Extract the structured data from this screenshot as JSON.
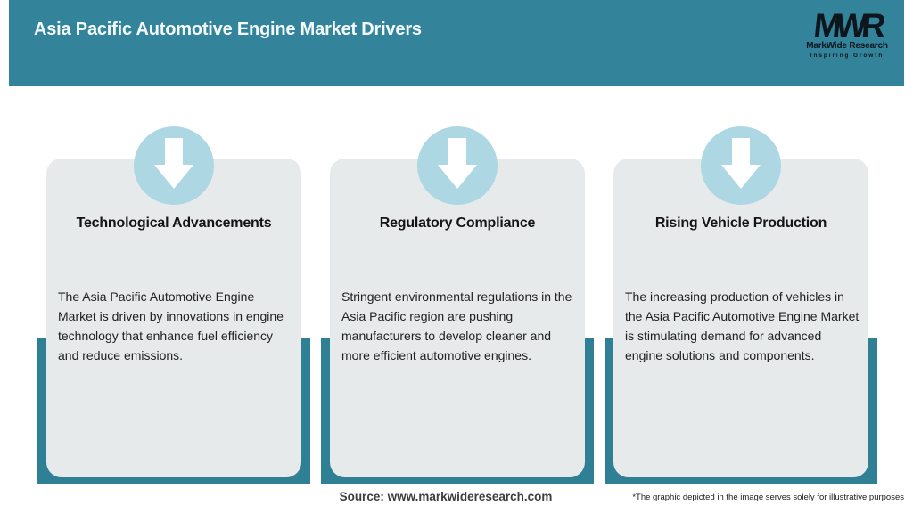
{
  "header": {
    "title": "Asia Pacific Automotive Engine Market Drivers",
    "logo": {
      "monogram": "MWR",
      "name": "MarkWide Research",
      "tagline": "Inspiring Growth"
    }
  },
  "cards": [
    {
      "icon": "down-arrow-icon",
      "title": "Technological Advancements",
      "body": "The Asia Pacific Automotive Engine Market is driven by innovations in engine technology that enhance fuel efficiency and reduce emissions."
    },
    {
      "icon": "down-arrow-icon",
      "title": "Regulatory Compliance",
      "body": "Stringent environmental regulations in the Asia Pacific region are pushing manufacturers to develop cleaner and more efficient automotive engines."
    },
    {
      "icon": "down-arrow-icon",
      "title": "Rising Vehicle Production",
      "body": "The increasing production of vehicles in the Asia Pacific Automotive Engine Market is stimulating demand for advanced engine solutions and components."
    }
  ],
  "footer": {
    "source": "Source: www.markwideresearch.com",
    "disclaimer": "*The graphic depicted in the image serves solely for illustrative purposes"
  },
  "colors": {
    "header_bg": "#33839a",
    "frame_bg": "#2f8095",
    "card_bg": "#e7eaea",
    "circle_bg": "#aed7e4",
    "arrow": "#ffffff",
    "logo_ink": "#0c161c"
  }
}
